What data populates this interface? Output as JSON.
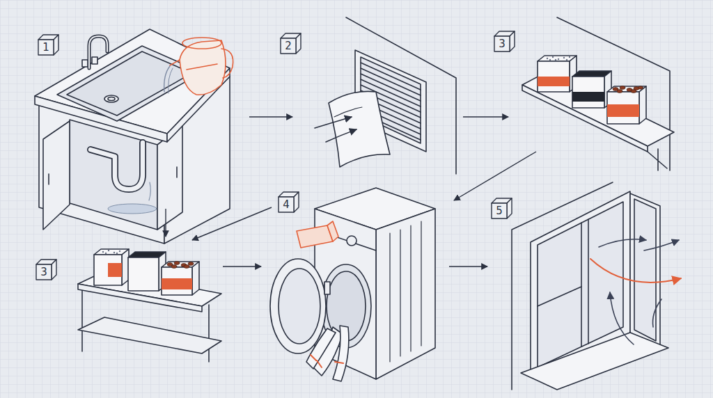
{
  "diagram": {
    "labels": [
      "1",
      "2",
      "3",
      "4",
      "5",
      "3"
    ]
  }
}
